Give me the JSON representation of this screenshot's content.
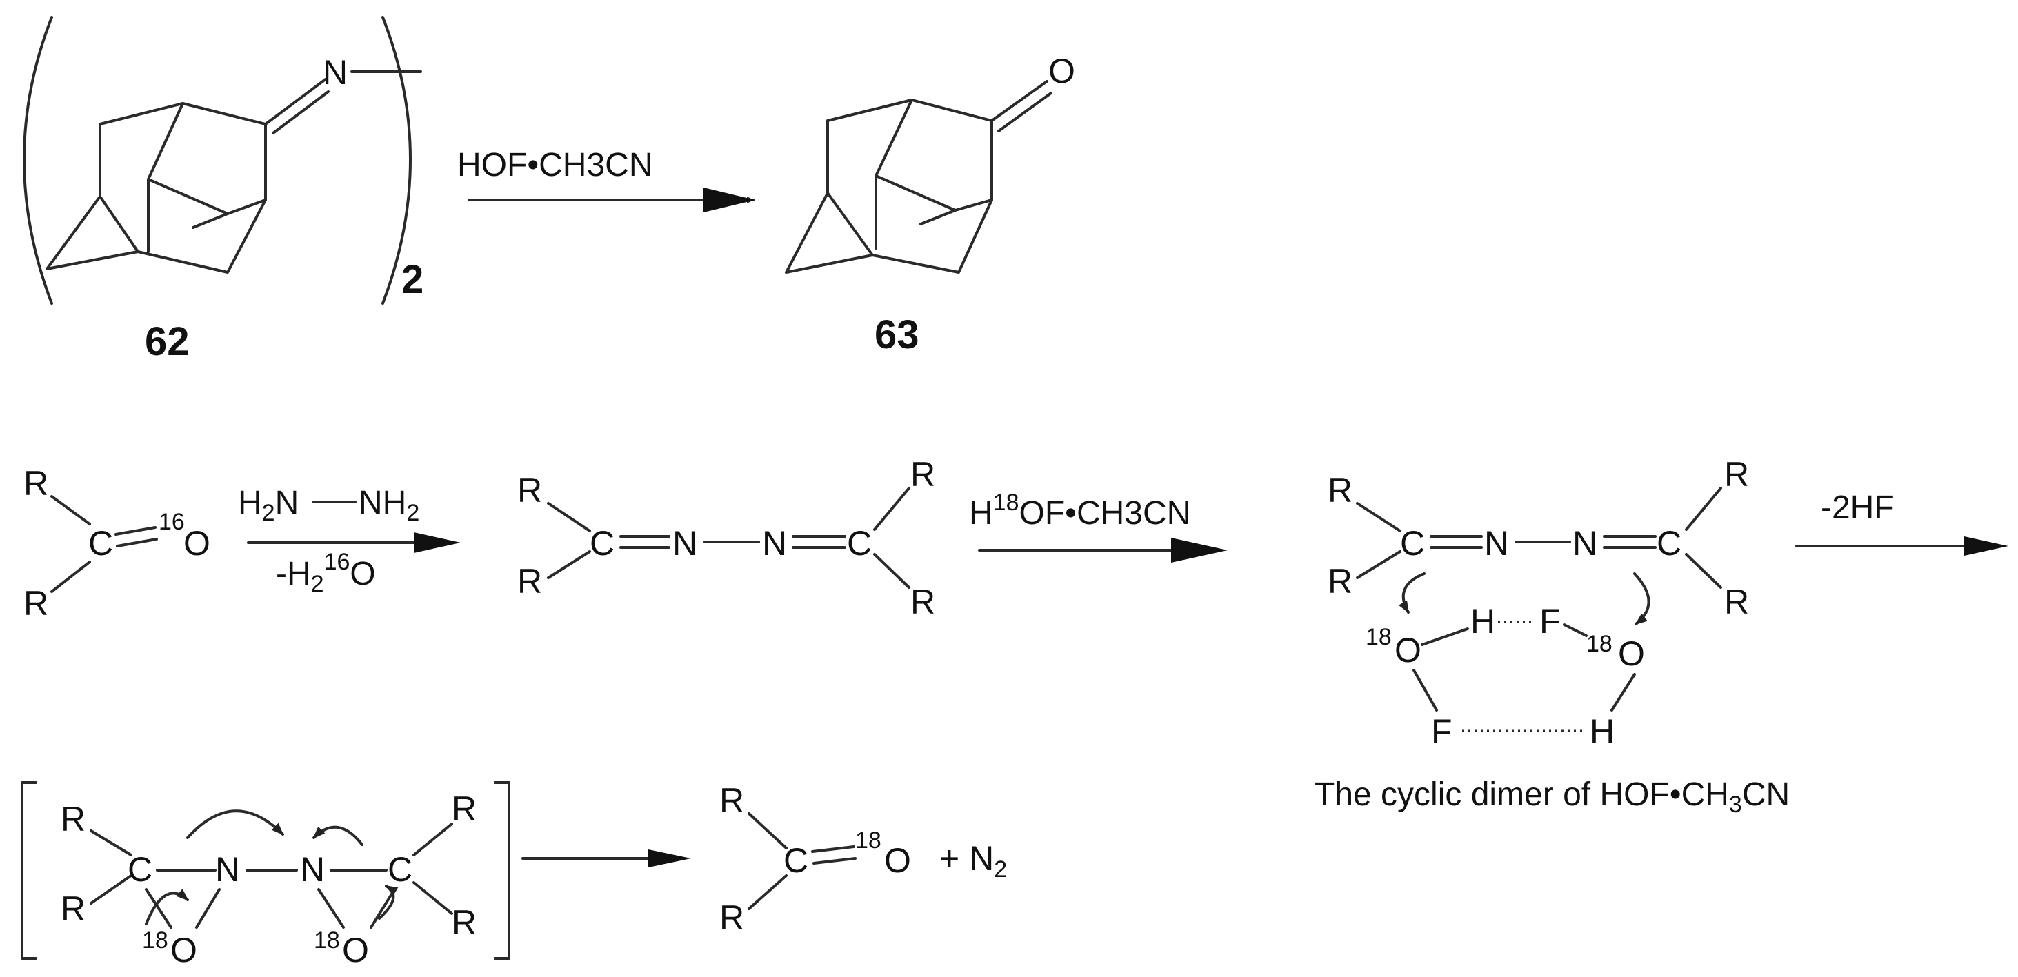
{
  "atoms": {
    "N": "N",
    "O": "O",
    "C": "C",
    "R": "R",
    "H": "H",
    "F": "F"
  },
  "isotopes": {
    "o16": "16",
    "o18": "18"
  },
  "compounds": {
    "imine_dimer": "62",
    "adamantanone": "63",
    "multiplier": "2"
  },
  "reagents": {
    "hof_acetonitrile": "HOF•CH3CN",
    "hydrazine_left": "H",
    "hydrazine_sub": "2",
    "hydrazine_mid": "N",
    "hydrazine_right": "NH",
    "water_loss_prefix": "-H",
    "water_sub": "2",
    "labeled_hof_h": "H",
    "labeled_hof_rest": "OF•CH3CN",
    "hf_loss": "-2HF"
  },
  "caption": {
    "prefix": "The cyclic dimer of HOF•CH",
    "sub": "3",
    "suffix": "CN"
  },
  "product": {
    "plus": "+ N",
    "n2_sub": "2"
  }
}
